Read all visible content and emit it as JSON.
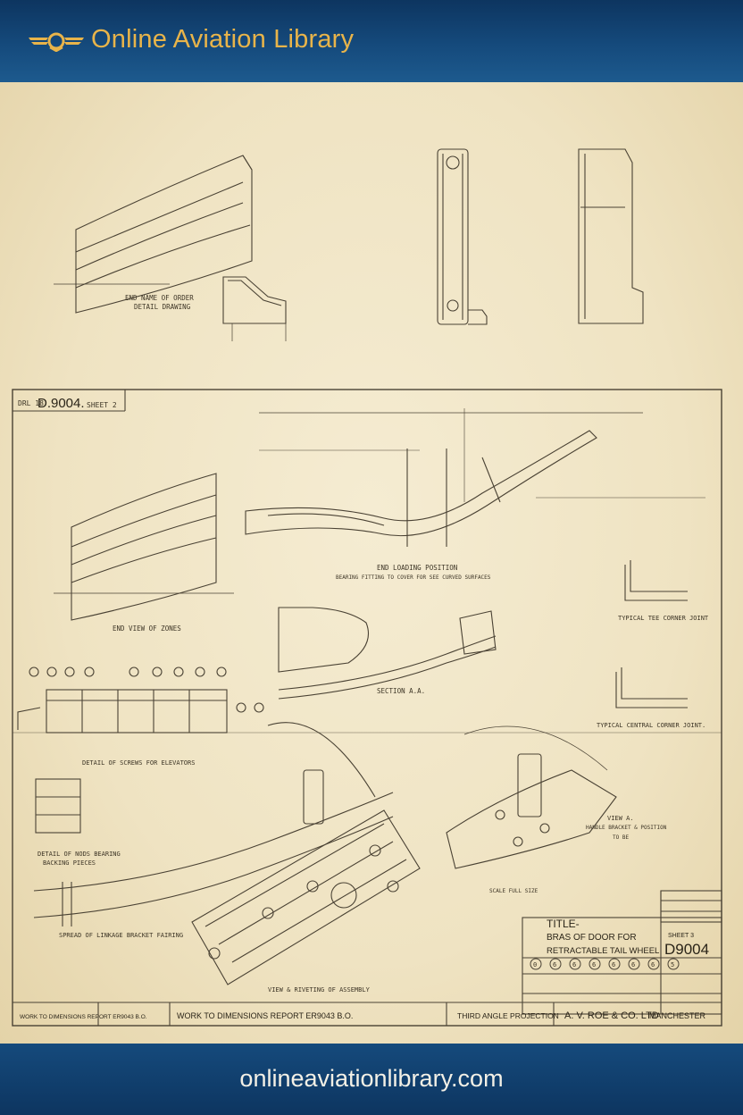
{
  "header": {
    "title": "Online Aviation Library",
    "logo_icon": "winged-emblem-icon",
    "accent_color": "#e8b44a"
  },
  "drawing": {
    "sheet_label_small": "DRL 18",
    "drawing_number": "D.9004.",
    "sheet_no": "SHEET 2",
    "top_left_caption_1": "END NAME OF ORDER",
    "top_left_caption_2": "DETAIL DRAWING",
    "mid_caption": "END LOADING POSITION",
    "mid_subcaption": "BEARING FITTING TO COVER FOR SEE CURVED SURFACES",
    "left_curve_caption": "END VIEW OF ZONES",
    "section_label": "SECTION A.A.",
    "typical_corner_joint": "TYPICAL TEE CORNER JOINT",
    "typical_corner_joint_2": "TYPICAL CENTRAL CORNER JOINT.",
    "rivet_row_caption": "DETAIL OF SCREWS FOR ELEVATORS",
    "left_detail_caption_1": "DETAIL OF NODS BEARING",
    "left_detail_caption_2": "BACKING PIECES",
    "lower_left_caption": "SPREAD OF LINKAGE BRACKET FAIRING",
    "view_a_caption_1": "VIEW A.",
    "view_a_caption_2": "HANDLE BRACKET & POSITION",
    "view_a_caption_3": "TO BE",
    "lower_mid_caption": "VIEW & RIVETING OF ASSEMBLY",
    "view_a_caption_4": "SCALE  FULL SIZE",
    "title_label": "TITLE-",
    "title_line_1": "BRAS OF DOOR FOR",
    "title_line_2": "RETRACTABLE TAIL WHEEL",
    "sheet_right": "SHEET 3",
    "drawing_number_right": "D9004",
    "number_cells": [
      "0",
      "6",
      "6",
      "6",
      "6",
      "6",
      "6",
      "5"
    ],
    "footer_left": "WORK TO DIMENSIONS REPORT ER9043 B.O.",
    "footer_mid": "THIRD ANGLE PROJECTION",
    "footer_company": "A. V. ROE & CO. LTD",
    "footer_city": "MANCHESTER"
  },
  "footer": {
    "url": "onlineaviationlibrary.com"
  }
}
